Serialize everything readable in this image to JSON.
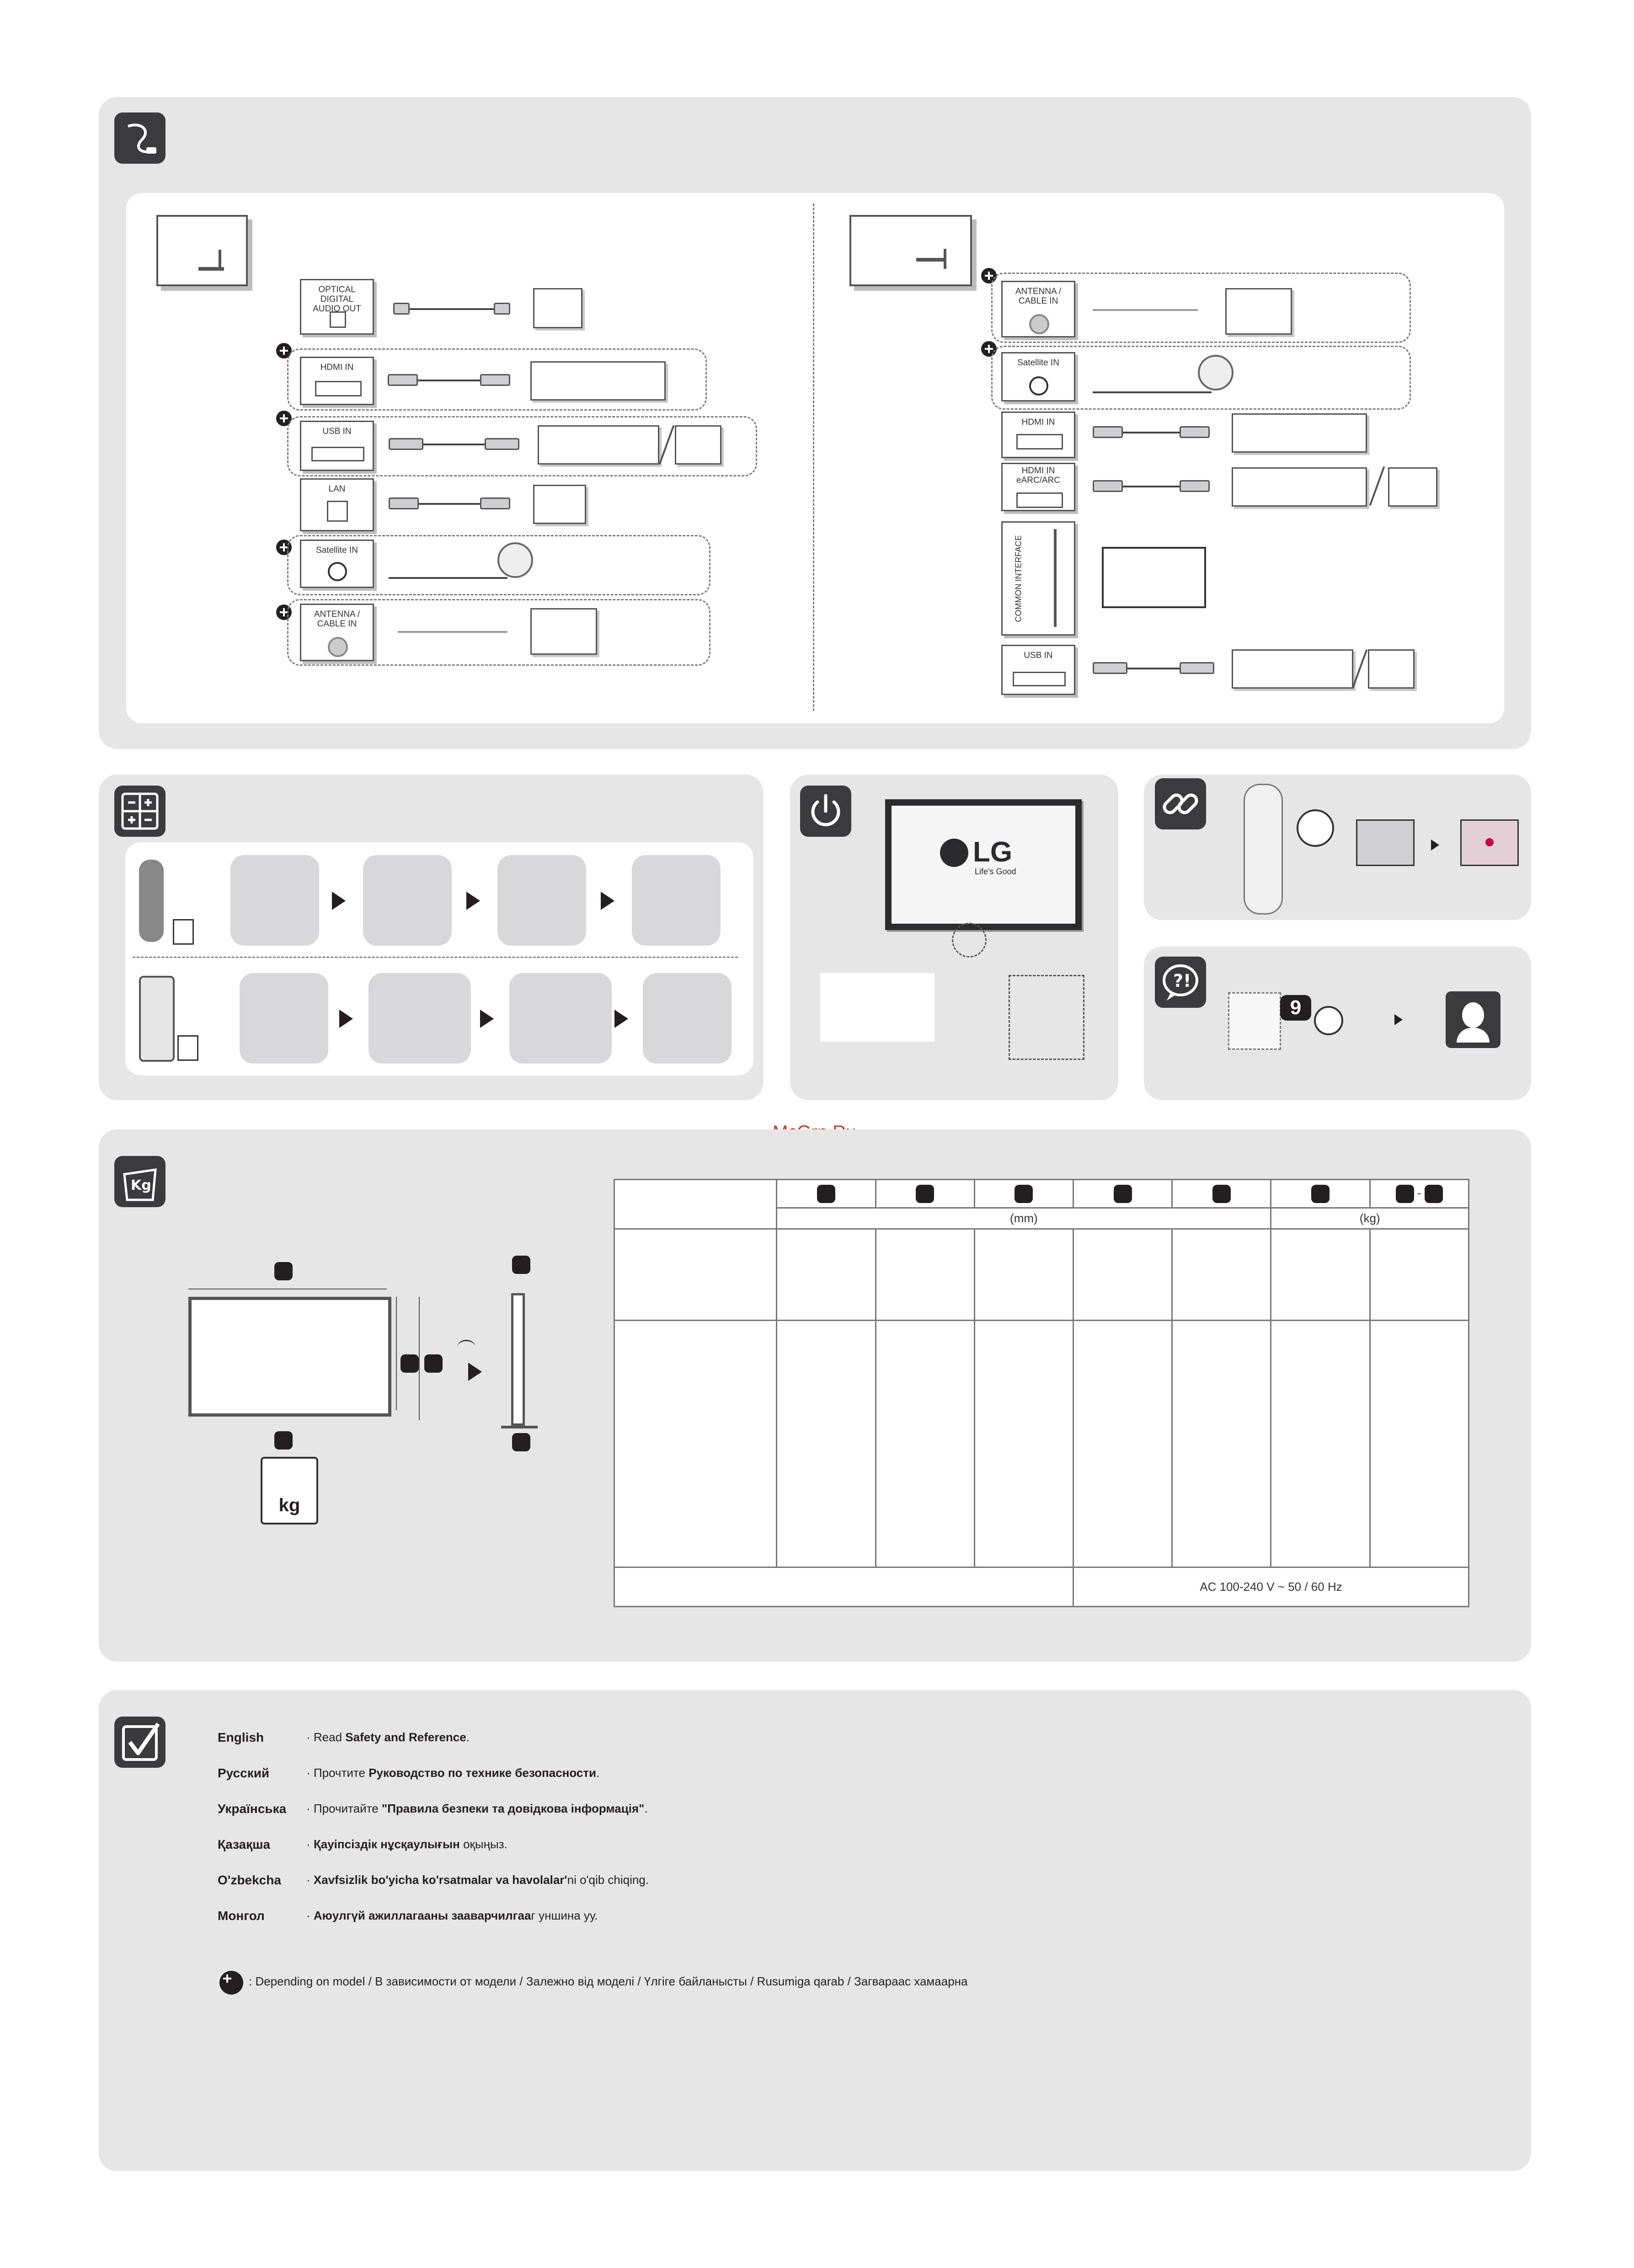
{
  "watermark": "McGrp.Ru",
  "connect": {
    "left_ports": [
      {
        "label": "OPTICAL DIGITAL\nAUDIO OUT"
      },
      {
        "label": "HDMI IN"
      },
      {
        "label": "USB IN"
      },
      {
        "label": "LAN"
      },
      {
        "label": "Satellite IN"
      },
      {
        "label": "ANTENNA /\nCABLE IN"
      }
    ],
    "right_ports": [
      {
        "label": "ANTENNA /\nCABLE IN"
      },
      {
        "label": "Satellite IN"
      },
      {
        "label": "HDMI IN"
      },
      {
        "label": "HDMI IN\neARC/ARC"
      },
      {
        "label": "COMMON INTERFACE"
      },
      {
        "label": "USB IN"
      }
    ]
  },
  "power": {
    "brand": "LG",
    "slogan": "Life's Good"
  },
  "help": {
    "number": "9"
  },
  "specs": {
    "unit_mm": "(mm)",
    "unit_kg": "(kg)",
    "power_value": "AC 100-240 V ~ 50 / 60 Hz",
    "scale_label": "kg"
  },
  "safety": {
    "rows": [
      {
        "lang": "English",
        "pre": "Read ",
        "bold": "Safety and Reference",
        "post": "."
      },
      {
        "lang": "Русский",
        "pre": "Прочтите ",
        "bold": "Руководство по технике безопасности",
        "post": "."
      },
      {
        "lang": "Українська",
        "pre": "Прочитайте ",
        "bold": "\"Правила безпеки та довідкова інформація\"",
        "post": "."
      },
      {
        "lang": "Қазақша",
        "pre": "",
        "bold": "Қауіпсіздік нұсқаулығын",
        "post": " оқыңыз."
      },
      {
        "lang": "O'zbekcha",
        "pre": "",
        "bold": "Xavfsizlik bo'yicha ko'rsatmalar va havolalar'",
        "post": "ni  o'qib chiqing."
      },
      {
        "lang": "Монгол",
        "pre": "",
        "bold": "Аюулгүй ажиллагааны зааварчилгаа",
        "post": "г уншина уу."
      }
    ],
    "footnote": ": Depending on model  / В зависимости от модели / Залежно від моделі / Үлгіге байланысты / Rusumiga qarab / Загвараас хамаарна"
  },
  "colors": {
    "panel": "#e6e6e7",
    "icon_bg": "#3b3a3c",
    "lg_red": "#c4004c"
  }
}
